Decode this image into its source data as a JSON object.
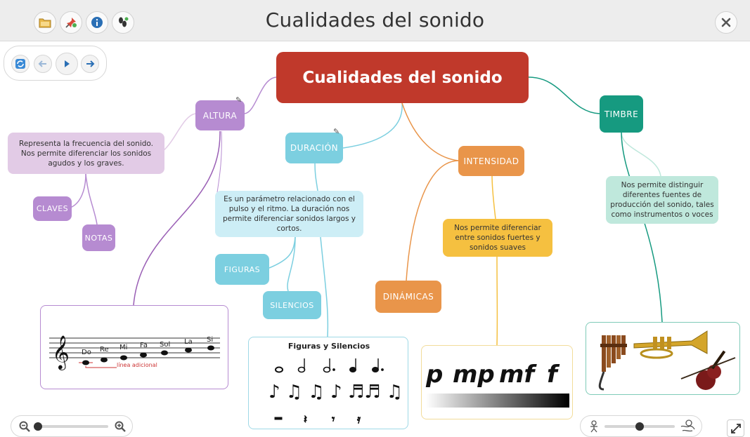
{
  "header": {
    "title": "Cualidades del sonido",
    "buttons": [
      {
        "name": "folder-icon",
        "color": "#d9a441"
      },
      {
        "name": "pin-icon",
        "color": "#d84a3a"
      },
      {
        "name": "info-icon",
        "color": "#2a6fb5"
      },
      {
        "name": "footprints-icon",
        "color": "#333333"
      }
    ],
    "close_icon": "close-icon"
  },
  "navigation": [
    "refresh-icon",
    "arrow-left-icon",
    "play-icon",
    "arrow-right-icon"
  ],
  "map": {
    "central": {
      "label": "Cualidades del sonido",
      "color": "#c0392b"
    },
    "altura": {
      "label": "ALTURA",
      "color": "#b68bd1",
      "note": "Representa la frecuencia del sonido. Nos permite diferenciar los sonidos agudos y los graves.",
      "note_color": "#e2cbe6",
      "children": [
        "CLAVES",
        "NOTAS"
      ],
      "image": {
        "notes": [
          "Do",
          "Re",
          "Mi",
          "Fa",
          "Sol",
          "La",
          "Si"
        ],
        "caption": "línea adicional"
      }
    },
    "duracion": {
      "label": "DURACIÓN",
      "color": "#7ccfe0",
      "note": "Es un parámetro relacionado con el pulso y el ritmo. La duración nos permite diferenciar sonidos largos y cortos.",
      "note_color": "#cdeef6",
      "children": [
        "FIGURAS",
        "SILENCIOS"
      ],
      "image": {
        "title": "Figuras y Silencios"
      }
    },
    "intensidad": {
      "label": "INTENSIDAD",
      "color": "#e9954a",
      "note": "Nos permite diferenciar entre sonidos fuertes y sonidos suaves",
      "note_color": "#f5c040",
      "children": [
        "DINÁMICAS"
      ],
      "image": {
        "dynamics": [
          "p",
          "mp",
          "mf",
          "f"
        ]
      }
    },
    "timbre": {
      "label": "TIMBRE",
      "color": "#169a80",
      "note": "Nos permite distinguir diferentes fuentes de producción del sonido, tales como instrumentos o voces",
      "note_color": "#bfe8dc"
    }
  },
  "footer": {
    "zoom_out_icon": "zoom-out-icon",
    "zoom_in_icon": "zoom-in-icon",
    "zoom_level": 0.04,
    "figure_small_icon": "figure-small-icon",
    "figure_large_icon": "figure-large-icon",
    "detail_level": 0.5,
    "fullscreen_icon": "fullscreen-icon"
  }
}
